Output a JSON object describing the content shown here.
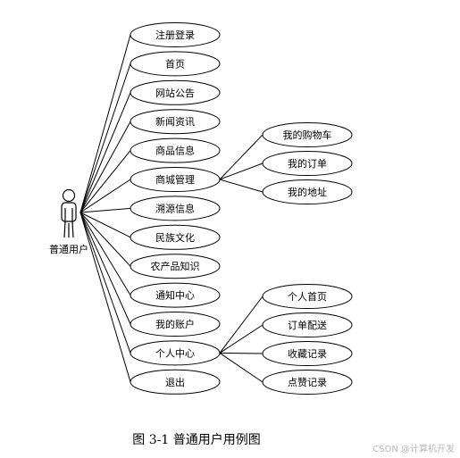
{
  "actor": {
    "label": "普通用户"
  },
  "use_cases": [
    {
      "id": "register",
      "label": "注册登录"
    },
    {
      "id": "home",
      "label": "首页"
    },
    {
      "id": "announcement",
      "label": "网站公告"
    },
    {
      "id": "news",
      "label": "新闻资讯"
    },
    {
      "id": "product-info",
      "label": "商品信息"
    },
    {
      "id": "mall-manage",
      "label": "商城管理"
    },
    {
      "id": "trace-info",
      "label": "溯源信息"
    },
    {
      "id": "ethnic-culture",
      "label": "民族文化"
    },
    {
      "id": "agri-knowledge",
      "label": "农产品知识"
    },
    {
      "id": "notice-center",
      "label": "通知中心"
    },
    {
      "id": "my-account",
      "label": "我的账户"
    },
    {
      "id": "personal-center",
      "label": "个人中心"
    },
    {
      "id": "logout",
      "label": "退出"
    }
  ],
  "sub_cases": {
    "mall-manage": [
      "我的购物车",
      "我的订单",
      "我的地址"
    ],
    "personal-center": [
      "个人首页",
      "订单配送",
      "收藏记录",
      "点赞记录"
    ]
  },
  "caption": "图 3-1  普通用户用例图",
  "watermark": "CSDN @计算机开发"
}
